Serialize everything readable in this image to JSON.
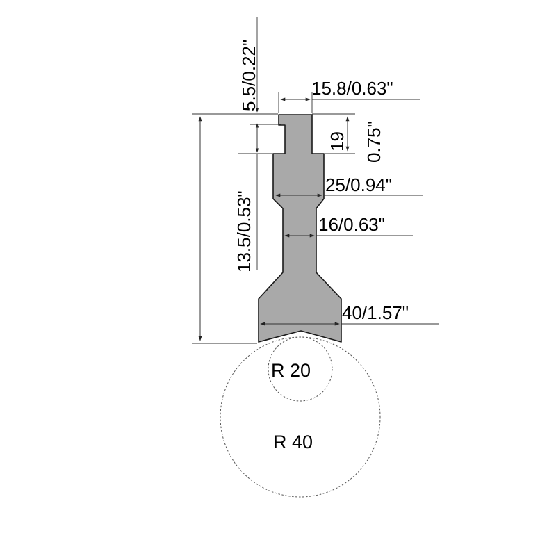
{
  "colors": {
    "tool_fill": "#a9a9a9",
    "tool_outline": "#1a1a1a",
    "dimension_lines": "#333333",
    "text": "#000000",
    "background": "#ffffff"
  },
  "dimensions": {
    "tang_height": "5.5/0.22\"",
    "tang_width": "15.8/0.63\"",
    "tang_total_height_mm": "19",
    "tang_total_height_in": "0.75\"",
    "shoulder_height": "13.5/0.53\"",
    "shoulder_width": "25/0.94\"",
    "neck_width": "16/0.63\"",
    "tip_width": "40/1.57\""
  },
  "radii": {
    "small": "R 20",
    "large": "R 40"
  }
}
